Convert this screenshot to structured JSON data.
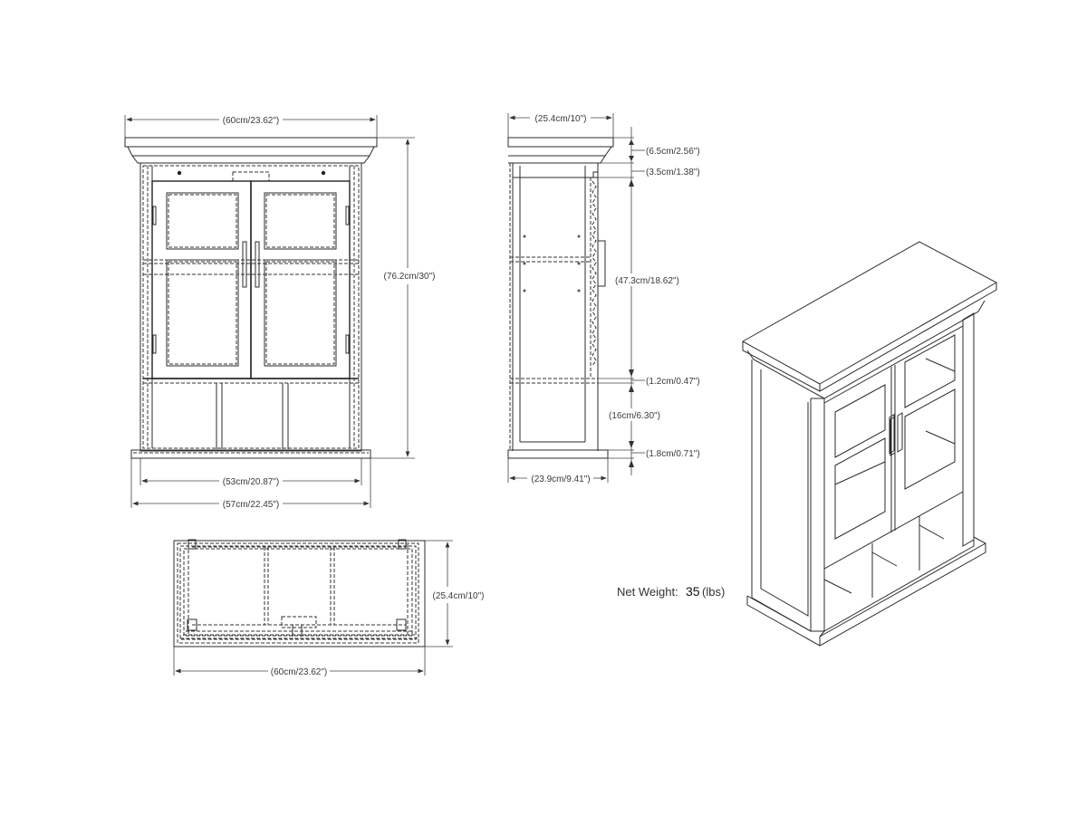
{
  "diagram": {
    "type": "furniture dimension drawing",
    "views": {
      "front": {
        "dimensions": {
          "top_width": "(60cm/23.62\")",
          "height": "(76.2cm/30\")",
          "inner_width": "(53cm/20.87\")",
          "base_width": "(57cm/22.45\")"
        }
      },
      "side": {
        "dimensions": {
          "top_depth": "(25.4cm/10\")",
          "crown_height": "(6.5cm/2.56\")",
          "top_rail": "(3.5cm/1.38\")",
          "door_height": "(47.3cm/18.62\")",
          "shelf_thickness": "(1.2cm/0.47\")",
          "cubby_height": "(16cm/6.30\")",
          "base_height": "(1.8cm/0.71\")",
          "body_depth": "(23.9cm/9.41\")"
        }
      },
      "top": {
        "dimensions": {
          "depth": "(25.4cm/10\")",
          "width": "(60cm/23.62\")"
        }
      },
      "isometric": {
        "label": "Net Weight:",
        "value": "35",
        "unit": "(lbs)"
      }
    }
  }
}
